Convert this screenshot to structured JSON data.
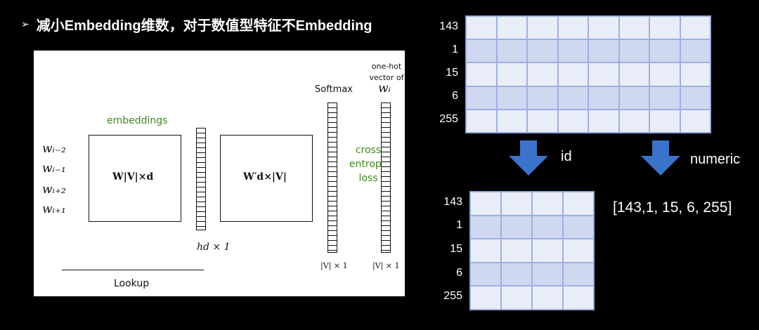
{
  "slide": {
    "bullet": "➢",
    "title": "减小Embedding维数，对于数值型特征不Embedding"
  },
  "diagram": {
    "inputs": [
      "w_{i-2}",
      "w_{i-1}",
      "w_{i+2}",
      "w_{i+1}"
    ],
    "inputs_display": [
      "wᵢ₋₂",
      "wᵢ₋₁",
      "wᵢ₊₂",
      "wᵢ₊₁"
    ],
    "embeddings_label": "embeddings",
    "matrix_w": "W|V|×d",
    "matrix_w_prime": "W′d×|V|",
    "hidden": "hd × 1",
    "lookup": "Lookup",
    "softmax": "Softmax",
    "cross_entropy": [
      "cross",
      "entropy",
      "loss"
    ],
    "one_hot": [
      "one-hot",
      "vector of"
    ],
    "target": "wᵢ",
    "vec_dim_1": "|V| × 1",
    "vec_dim_2": "|V| × 1"
  },
  "top_table": {
    "row_labels": [
      "143",
      "1",
      "15",
      "6",
      "255"
    ],
    "cols": 8
  },
  "bottom_table": {
    "row_labels": [
      "143",
      "1",
      "15",
      "6",
      "255"
    ],
    "cols": 4
  },
  "arrows": {
    "left_label": "id",
    "right_label": "numeric",
    "color": "#3a73c9"
  },
  "numeric_result": "[143,1, 15, 6, 255]"
}
